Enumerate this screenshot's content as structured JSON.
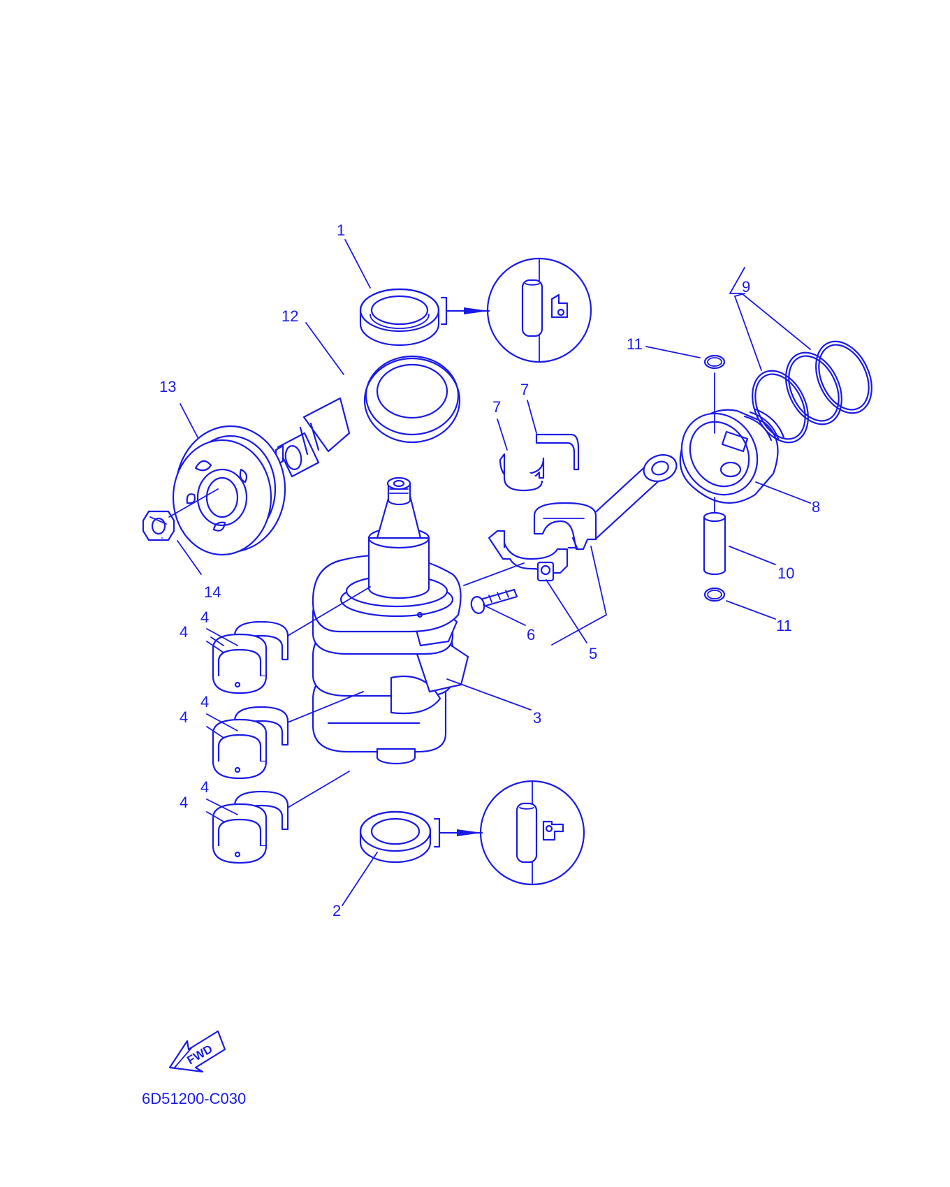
{
  "labels": {
    "p1": "1",
    "p2": "2",
    "p3": "3",
    "p4": "4",
    "p5": "5",
    "p6": "6",
    "p7": "7",
    "p8": "8",
    "p9": "9",
    "p10": "10",
    "p11": "11",
    "p12": "12",
    "p13": "13",
    "p14": "14"
  },
  "fwd_label": "FWD",
  "diagram_code": "6D51200-C030",
  "colors": {
    "line": "#1a1ae6",
    "background": "#ffffff"
  }
}
